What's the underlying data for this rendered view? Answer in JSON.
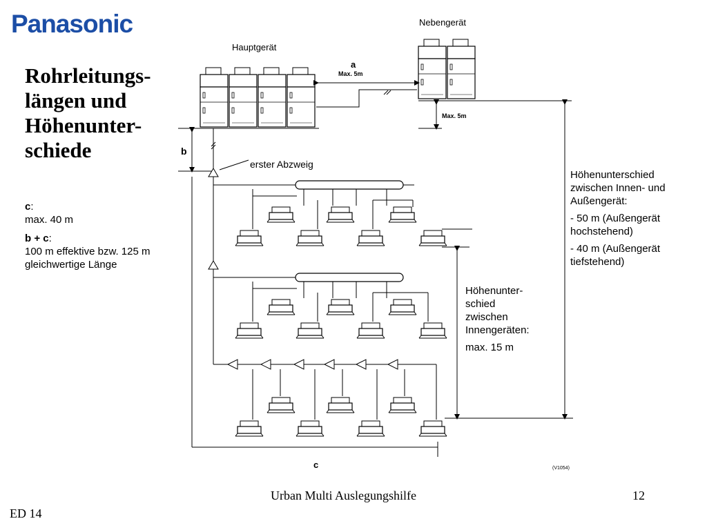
{
  "header": {
    "logo_text": "Panasonic"
  },
  "title": {
    "lines": [
      "Rohrleitungs-",
      "längen und",
      "Höhenunter-",
      "schiede"
    ]
  },
  "left_notes": {
    "c_label": "c",
    "c_value": "max. 40 m",
    "bc_label": "b + c",
    "bc_value_line1": "100 m effektive bzw. 125 m",
    "bc_value_line2": "gleichwertige Länge"
  },
  "diagram": {
    "main_unit_label": "Hauptgerät",
    "sub_unit_label": "Nebengerät",
    "a_label": "a",
    "a_max": "Max. 5m",
    "height_max": "Max. 5m",
    "b_label": "b",
    "c_label": "c",
    "first_branch_label": "erster Abzweig",
    "ref_code": "(V1054)"
  },
  "right_notes": {
    "heading_line1": "Höhenunterschied",
    "heading_line2": "zwischen Innen- und",
    "heading_line3": "Außengerät:",
    "item1_line1": "- 50 m (Außengerät",
    "item1_line2": "hochstehend)",
    "item2_line1": "- 40 m (Außengerät",
    "item2_line2": "tiefstehend)"
  },
  "mid_notes": {
    "line1": "Höhenunter-",
    "line2": "schied",
    "line3": "zwischen",
    "line4": "Innengeräten:",
    "value": "max. 15 m"
  },
  "footer": {
    "title": "Urban Multi Auslegungshilfe",
    "page_number": "12",
    "edition": "ED 14"
  }
}
